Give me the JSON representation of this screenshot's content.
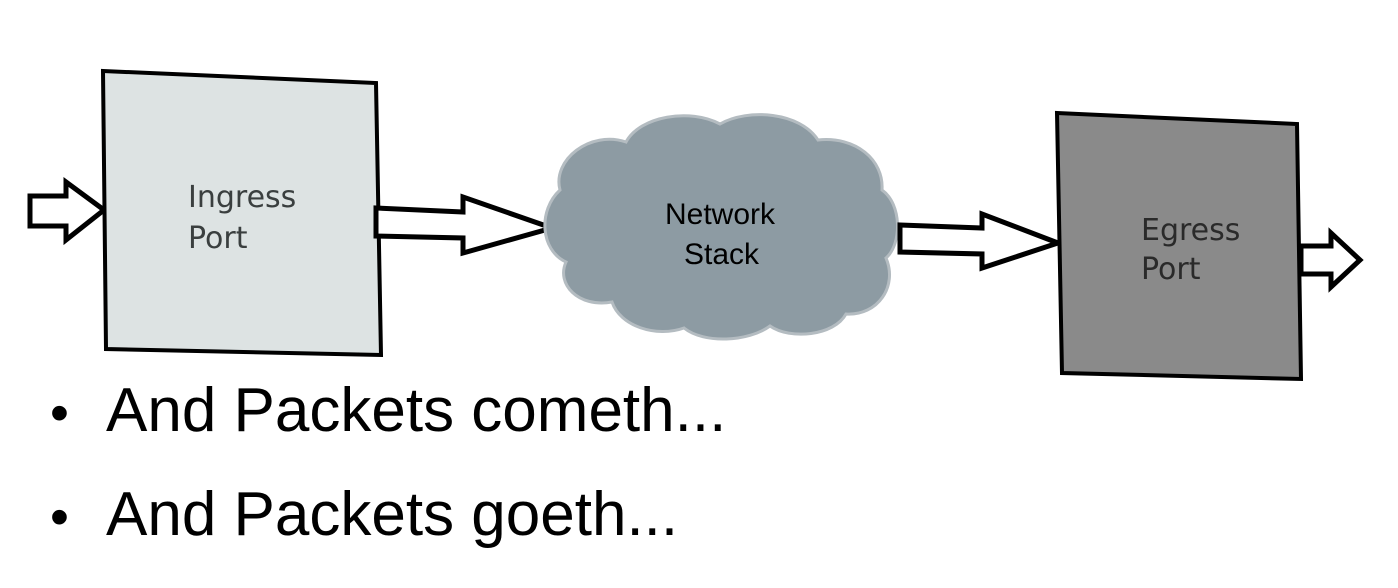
{
  "diagram": {
    "ingress": {
      "line1": "Ingress",
      "line2": "Port",
      "color": "#dde3e3"
    },
    "network": {
      "line1": "Network",
      "line2": "Stack",
      "color": "#8d9ba3"
    },
    "egress": {
      "line1": "Egress",
      "line2": "Port",
      "color": "#8a8a8a"
    }
  },
  "bullets": [
    {
      "marker": "•",
      "text": "And Packets cometh..."
    },
    {
      "marker": "•",
      "text": "And Packets goeth..."
    }
  ]
}
